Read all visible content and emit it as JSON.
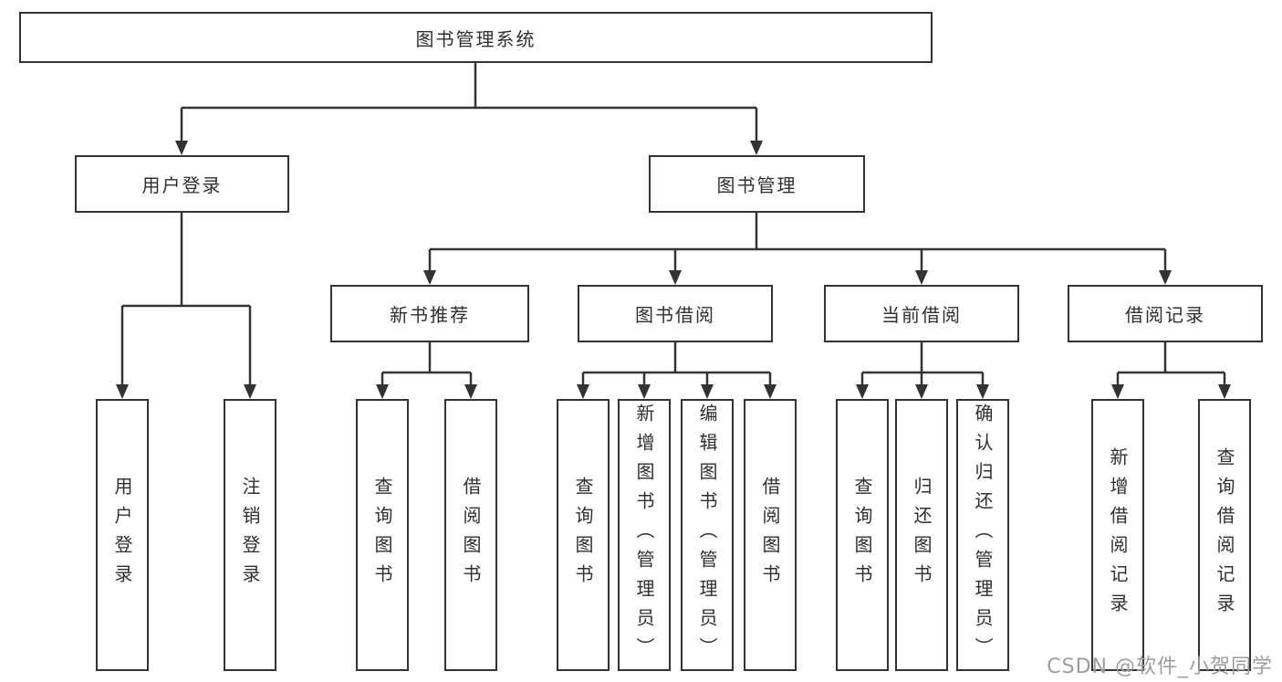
{
  "colors": {
    "line": "#333333",
    "box_border": "#333333",
    "text": "#2f2f2f",
    "watermark": "#9c9c9c",
    "background": "#ffffff"
  },
  "tree": {
    "root": "图书管理系统",
    "level2": [
      {
        "label": "用户登录"
      },
      {
        "label": "图书管理"
      }
    ],
    "level3": [
      {
        "label": "新书推荐"
      },
      {
        "label": "图书借阅"
      },
      {
        "label": "当前借阅"
      },
      {
        "label": "借阅记录"
      }
    ],
    "leaves": {
      "user_login": [
        "用户登录",
        "注销登录"
      ],
      "new_book": [
        "查询图书",
        "借阅图书"
      ],
      "book_borrow": [
        "查询图书",
        "新增图书（管理员）",
        "编辑图书（管理员）",
        "借阅图书"
      ],
      "current_borrow": [
        "查询图书",
        "归还图书",
        "确认归还（管理员）"
      ],
      "borrow_records": [
        "新增借阅记录",
        "查询借阅记录"
      ]
    }
  },
  "watermark": "CSDN @软件_小贺同学"
}
